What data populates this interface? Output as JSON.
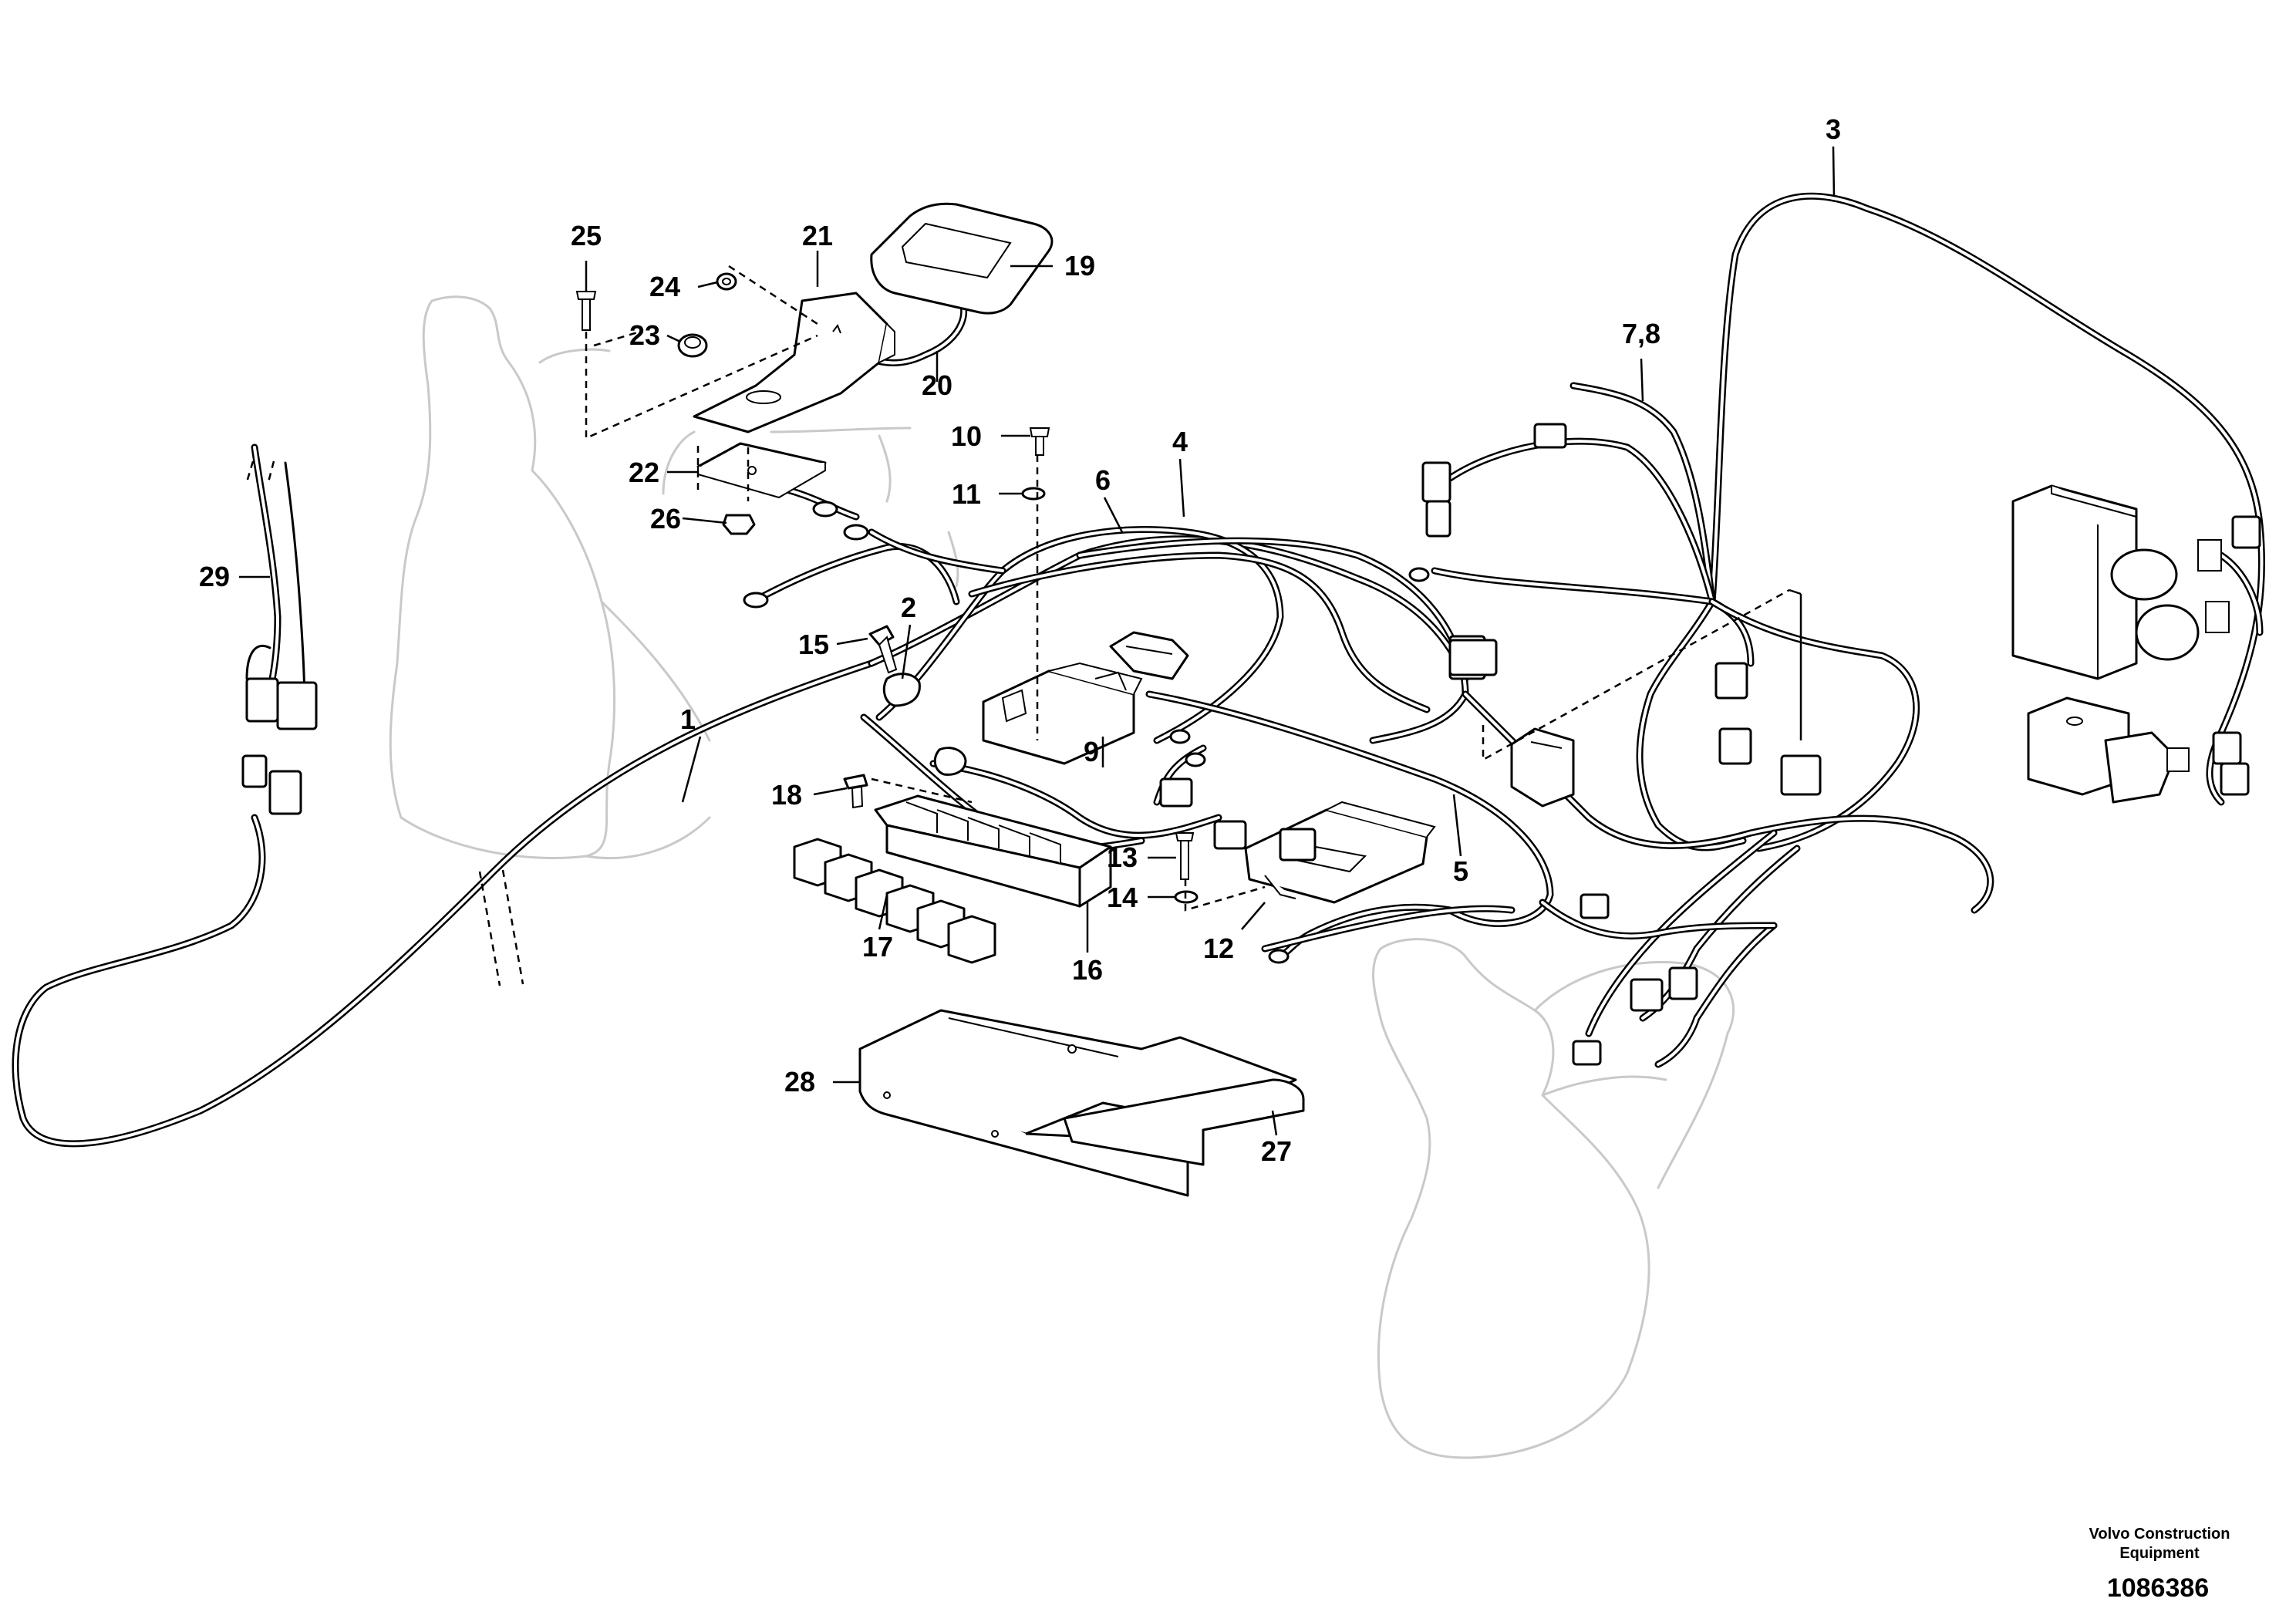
{
  "callouts": {
    "c1": "1",
    "c2": "2",
    "c3": "3",
    "c4": "4",
    "c5": "5",
    "c6": "6",
    "c78": "7,8",
    "c9": "9",
    "c10": "10",
    "c11": "11",
    "c12": "12",
    "c13": "13",
    "c14": "14",
    "c15": "15",
    "c16": "16",
    "c17": "17",
    "c18": "18",
    "c19": "19",
    "c20": "20",
    "c21": "21",
    "c22": "22",
    "c23": "23",
    "c24": "24",
    "c25": "25",
    "c26": "26",
    "c27": "27",
    "c28": "28",
    "c29": "29"
  },
  "footer": {
    "brand_line1": "Volvo Construction",
    "brand_line2": "Equipment",
    "doc_number": "1086386"
  }
}
